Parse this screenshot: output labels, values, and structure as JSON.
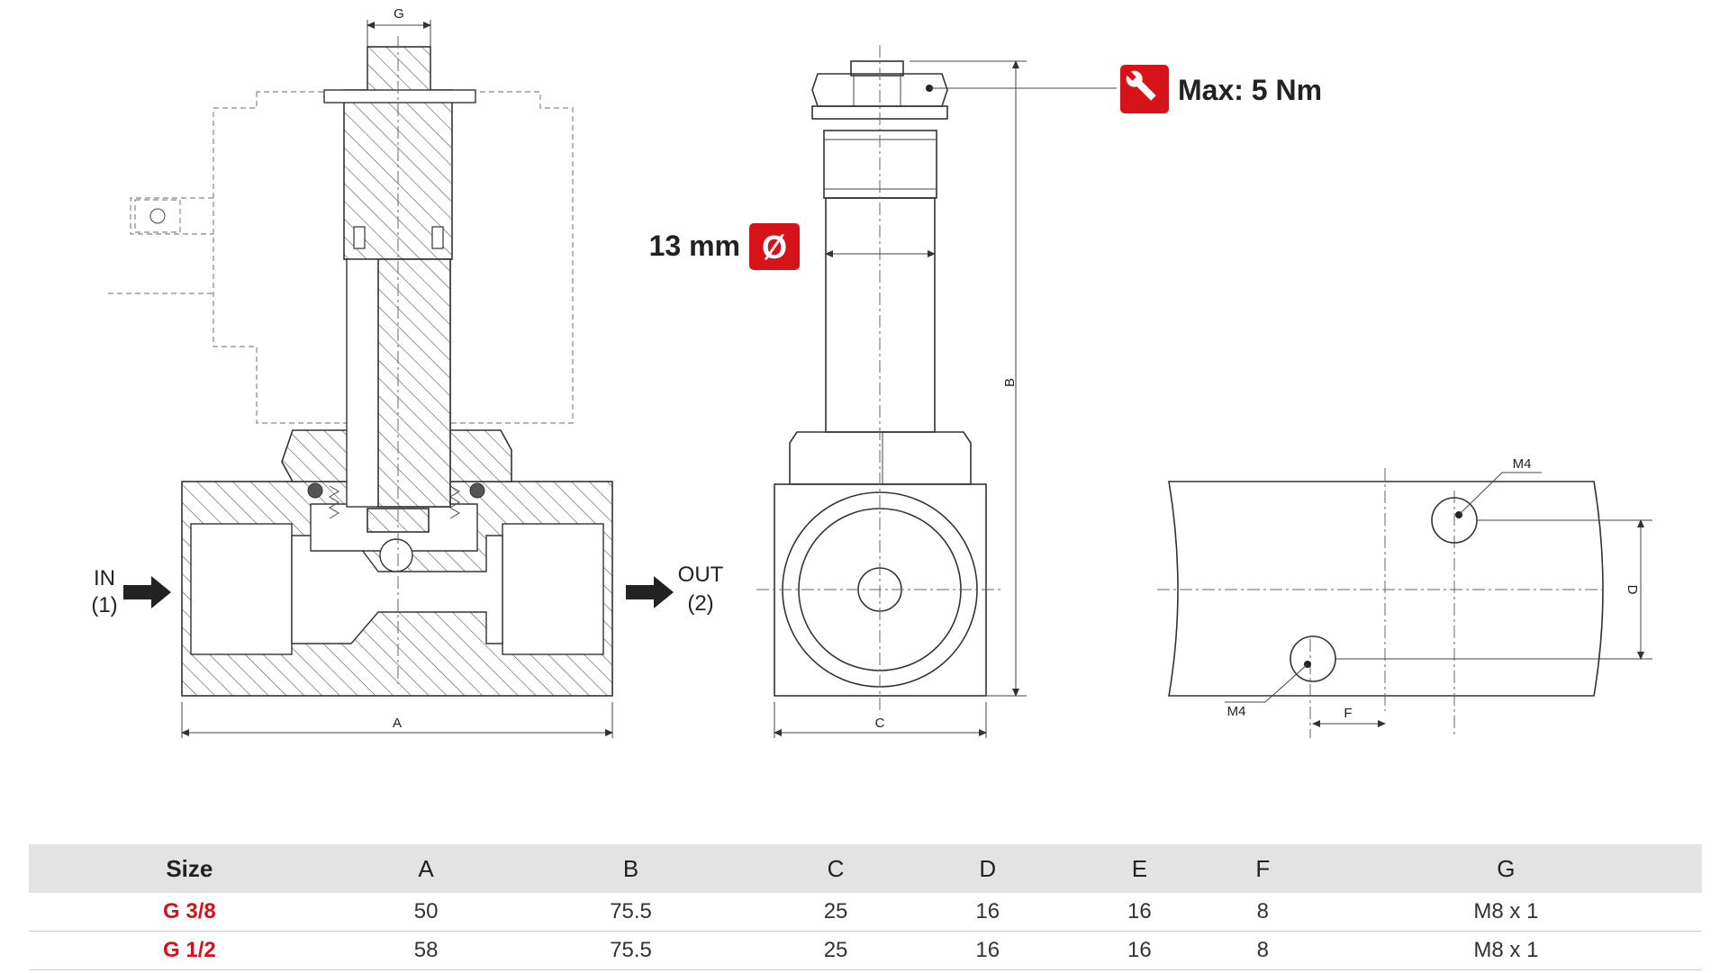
{
  "dimension_letters": {
    "G": "G",
    "A": "A",
    "B": "B",
    "C": "C",
    "D": "D",
    "F": "F"
  },
  "flow": {
    "in_label": "IN",
    "in_port": "(1)",
    "out_label": "OUT",
    "out_port": "(2)"
  },
  "callouts": {
    "torque": "Max: 5 Nm",
    "diameter_value": "13 mm",
    "diameter_symbol": "Ø"
  },
  "thread_labels": {
    "top_hole": "M4",
    "bottom_hole": "M4"
  },
  "colors": {
    "accent_red": "#d7131a",
    "line": "#333333",
    "table_header_bg": "#e3e3e3"
  },
  "table": {
    "headers": [
      "Size",
      "A",
      "B",
      "C",
      "D",
      "E",
      "F",
      "G"
    ],
    "rows": [
      [
        "G 3/8",
        "50",
        "75.5",
        "25",
        "16",
        "16",
        "8",
        "M8 x 1"
      ],
      [
        "G 1/2",
        "58",
        "75.5",
        "25",
        "16",
        "16",
        "8",
        "M8 x 1"
      ]
    ]
  }
}
